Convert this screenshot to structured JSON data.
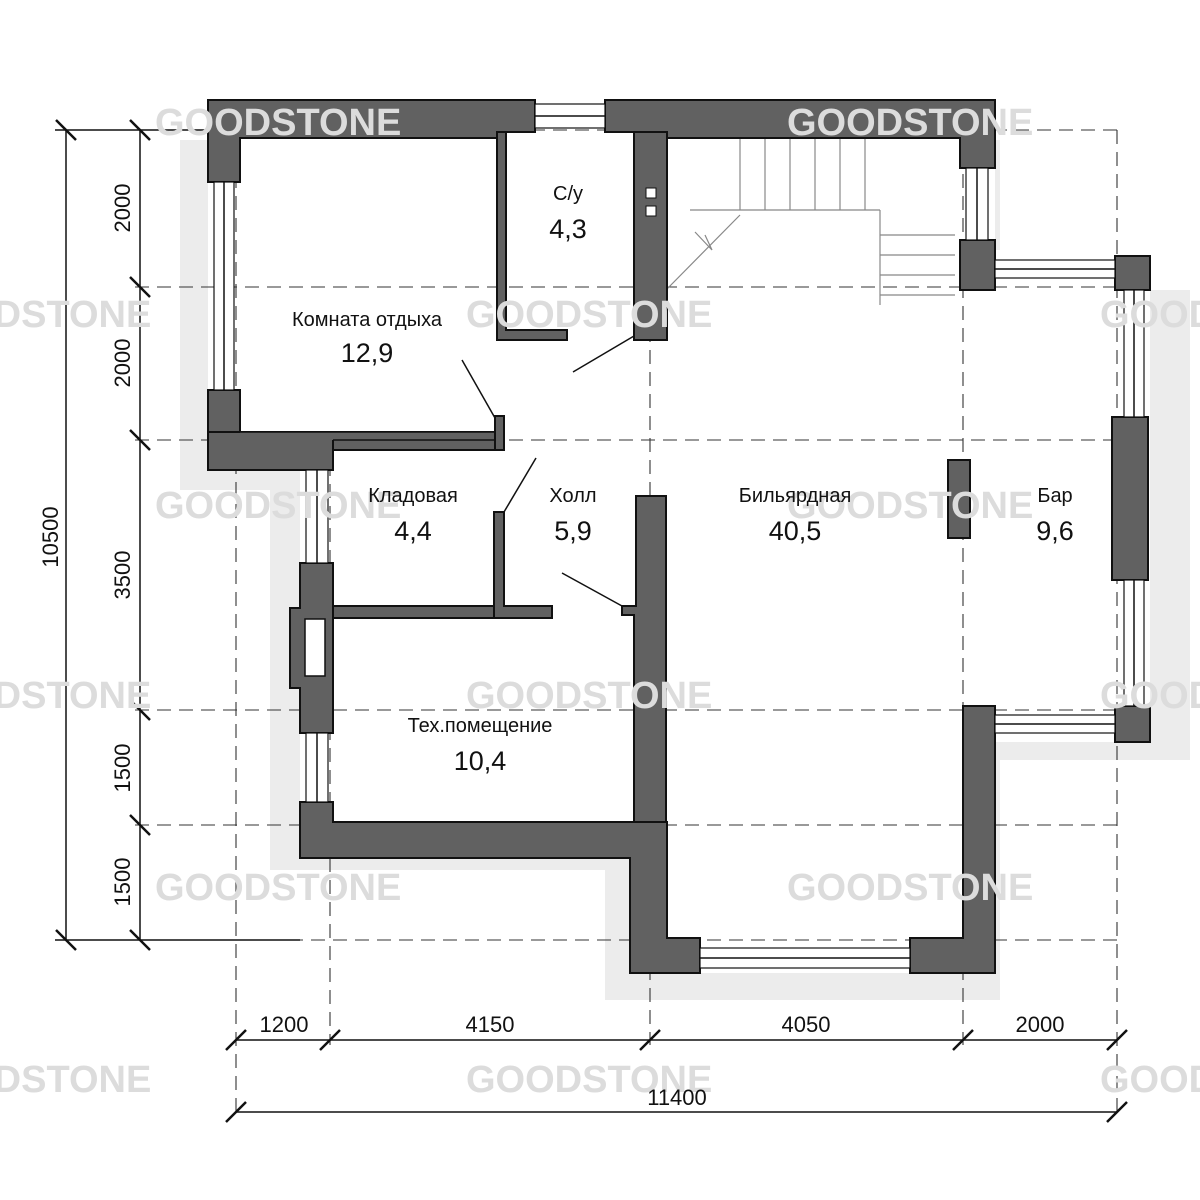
{
  "watermark": "GOODSTONE",
  "rooms": [
    {
      "name": "С/у",
      "area": "4,3"
    },
    {
      "name": "Комната отдыха",
      "area": "12,9"
    },
    {
      "name": "Кладовая",
      "area": "4,4"
    },
    {
      "name": "Холл",
      "area": "5,9"
    },
    {
      "name": "Бильярдная",
      "area": "40,5"
    },
    {
      "name": "Бар",
      "area": "9,6"
    },
    {
      "name": "Тех.помещение",
      "area": "10,4"
    }
  ],
  "dimensions": {
    "left_segments": [
      "2000",
      "2000",
      "3500",
      "1500",
      "1500"
    ],
    "left_total": "10500",
    "bottom_segments": [
      "1200",
      "4150",
      "4050",
      "2000"
    ],
    "bottom_total": "11400"
  }
}
